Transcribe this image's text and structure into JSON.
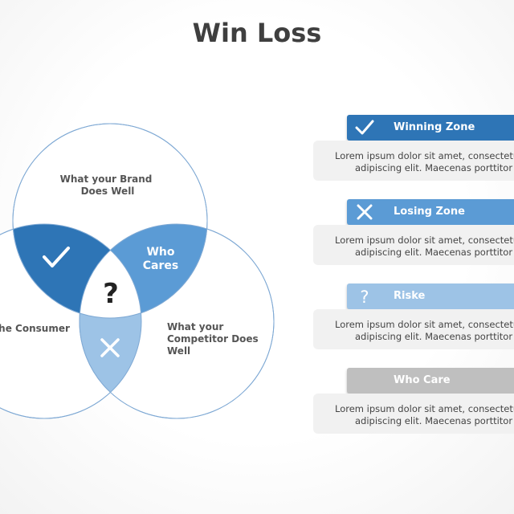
{
  "title": "Win Loss",
  "venn": {
    "brand_line1": "What your Brand",
    "brand_line2": "Does Well",
    "consumer": "The Consumer",
    "competitor_line1": "What your",
    "competitor_line2": "Competitor Does",
    "competitor_line3": "Well",
    "who_line1": "Who",
    "who_line2": "Cares",
    "center_symbol": "?"
  },
  "legend": [
    {
      "label": "Winning Zone",
      "icon": "check-icon",
      "color": "#2e75b6",
      "line1": "Lorem ipsum dolor sit amet, consectetur",
      "line2": "adipiscing elit. Maecenas porttitor"
    },
    {
      "label": "Losing Zone",
      "icon": "close-icon",
      "color": "#5b9bd5",
      "line1": "Lorem ipsum dolor sit amet, consectetur",
      "line2": "adipiscing elit. Maecenas porttitor"
    },
    {
      "label": "Riske",
      "icon": "question-icon",
      "color": "#9dc3e6",
      "line1": "Lorem ipsum dolor sit amet, consectetur",
      "line2": "adipiscing elit. Maecenas porttitor"
    },
    {
      "label": "Who Care",
      "icon": "",
      "color": "#bfbfbf",
      "line1": "Lorem ipsum dolor sit amet, consectetur",
      "line2": "adipiscing elit. Maecenas porttitor"
    }
  ],
  "colors": {
    "dark_blue": "#2e75b6",
    "mid_blue": "#5b9bd5",
    "light_blue": "#9dc3e6",
    "gray": "#bfbfbf",
    "circle_stroke": "#7fa9d4"
  }
}
